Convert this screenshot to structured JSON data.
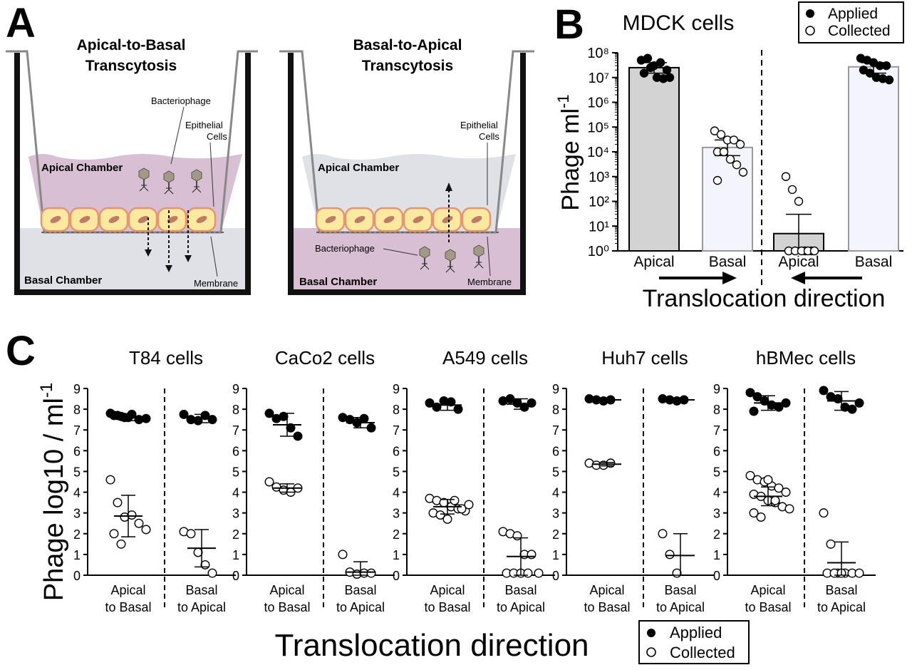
{
  "panel_labels": {
    "a": "A",
    "b": "B",
    "c": "C"
  },
  "diagram": {
    "left": {
      "title_line1": "Apical-to-Basal",
      "title_line2": "Transcytosis",
      "apical_chamber": "Apical Chamber",
      "basal_chamber": "Basal Chamber",
      "bacteriophage": "Bacteriophage",
      "epithelial_line1": "Epithelial",
      "epithelial_line2": "Cells",
      "membrane": "Membrane"
    },
    "right": {
      "title_line1": "Basal-to-Apical",
      "title_line2": "Transcytosis",
      "apical_chamber": "Apical Chamber",
      "basal_chamber": "Basal Chamber",
      "bacteriophage": "Bacteriophage",
      "epithelial_line1": "Epithelial",
      "epithelial_line2": "Cells",
      "membrane": "Membrane"
    }
  },
  "legend": {
    "applied": "Applied",
    "collected": "Collected"
  },
  "colors": {
    "applied": "#000000",
    "collected": "#ffffff",
    "bar_apical": "#d3d3d3",
    "bar_basal": "#f4f4ff",
    "apical_chamber": "#d9bfd3",
    "basal_chamber": "#dfe1e6",
    "cell_fill": "#fbe9a0",
    "cell_border": "#e6956f",
    "nucleus": "#c07b66"
  },
  "panel_b_titles": {
    "xlabel_arrow_left": "Apical",
    "xlabel_arrow_right": "Basal"
  },
  "chart_data": [
    {
      "type": "bar",
      "title": "MDCK cells",
      "ylabel": "Phage ml",
      "ylabel_superscript": "-1",
      "xlabel": "Translocation direction",
      "yscale": "log",
      "ylim": [
        1,
        100000000
      ],
      "ytick_labels": [
        "10⁰",
        "10¹",
        "10²",
        "10³",
        "10⁴",
        "10⁵",
        "10⁶",
        "10⁷",
        "10⁸"
      ],
      "categories": [
        "Apical",
        "Basal",
        "Apical",
        "Basal"
      ],
      "bars": [
        {
          "category": "Apical",
          "mean": 25000000,
          "err_low": 15000000,
          "err_high": 40000000,
          "kind": "applied"
        },
        {
          "category": "Basal",
          "mean": 15000,
          "err_low": 7000,
          "err_high": 30000,
          "kind": "collected"
        },
        {
          "category": "Apical",
          "mean": 5,
          "err_low": 1,
          "err_high": 30,
          "kind": "collected"
        },
        {
          "category": "Basal",
          "mean": 27000000,
          "err_low": 15000000,
          "err_high": 40000000,
          "kind": "applied"
        }
      ],
      "points": [
        [
          50000000,
          60000000,
          30000000,
          40000000,
          20000000,
          15000000,
          25000000,
          10000000,
          9000000,
          10000000
        ],
        [
          70000,
          50000,
          30000,
          30000,
          20000,
          10000,
          10000,
          5000,
          3000,
          1500,
          700
        ],
        [
          1000,
          300,
          100,
          1,
          1,
          1,
          1,
          1,
          1,
          1
        ],
        [
          60000000,
          50000000,
          40000000,
          30000000,
          30000000,
          20000000,
          15000000,
          10000000,
          9000000,
          8000000
        ]
      ]
    },
    {
      "type": "scatter",
      "title": "T84 cells",
      "ylabel": "Phage log10 / ml",
      "ylabel_superscript": "-1",
      "ylim": [
        0,
        9
      ],
      "categories": [
        "Apical to Basal",
        "Basal to Apical"
      ],
      "applied": {
        "means": [
          7.6,
          7.55
        ],
        "sd": [
          0.15,
          0.2
        ],
        "points": [
          [
            7.8,
            7.7,
            7.6,
            7.75,
            7.5,
            7.55,
            7.7,
            7.65,
            7.6
          ],
          [
            7.75,
            7.5,
            7.45,
            7.7,
            7.5
          ]
        ]
      },
      "collected": {
        "means": [
          2.85,
          1.3
        ],
        "sd": [
          1.0,
          0.9
        ],
        "points": [
          [
            4.6,
            3.5,
            2.8,
            2.9,
            2.5,
            2.2,
            2.0,
            1.5
          ],
          [
            2.1,
            2.0,
            1.1,
            0.5,
            0.1
          ]
        ]
      }
    },
    {
      "type": "scatter",
      "title": "CaCo2 cells",
      "ylim": [
        0,
        9
      ],
      "categories": [
        "Apical to Basal",
        "Basal to Apical"
      ],
      "applied": {
        "means": [
          7.25,
          7.35
        ],
        "sd": [
          0.55,
          0.25
        ],
        "points": [
          [
            7.8,
            7.55,
            7.65,
            7.1,
            6.7
          ],
          [
            7.6,
            7.5,
            7.35,
            7.55,
            7.1
          ]
        ]
      },
      "collected": {
        "means": [
          4.2,
          0.15
        ],
        "sd": [
          0.2,
          0.5
        ],
        "points": [
          [
            4.5,
            4.25,
            4.1,
            4.0,
            4.2
          ],
          [
            1.0,
            0.15,
            0.05,
            0.1,
            0.1
          ]
        ]
      }
    },
    {
      "type": "scatter",
      "title": "A549 cells",
      "ylim": [
        0,
        9
      ],
      "categories": [
        "Apical to Basal",
        "Basal to Apical"
      ],
      "applied": {
        "means": [
          8.2,
          8.25
        ],
        "sd": [
          0.25,
          0.25
        ],
        "points": [
          [
            8.3,
            8.1,
            8.4,
            8.35,
            8.0
          ],
          [
            8.4,
            8.5,
            8.3,
            8.1,
            8.3
          ]
        ]
      },
      "collected": {
        "means": [
          3.3,
          0.9
        ],
        "sd": [
          0.35,
          0.9
        ],
        "points": [
          [
            3.7,
            3.6,
            3.5,
            3.3,
            3.2,
            3.1,
            3.0,
            2.9,
            2.7,
            3.6,
            3.2,
            3.4
          ],
          [
            2.1,
            2.0,
            1.9,
            1.0,
            1.0,
            0.1,
            0.1,
            0.1,
            0.1,
            0.1
          ]
        ]
      }
    },
    {
      "type": "scatter",
      "title": "Huh7 cells",
      "ylim": [
        0,
        9
      ],
      "categories": [
        "Apical to Basal",
        "Basal to Apical"
      ],
      "applied": {
        "means": [
          8.45,
          8.45
        ],
        "sd": [
          0.1,
          0.1
        ],
        "points": [
          [
            8.5,
            8.45,
            8.4,
            8.45
          ],
          [
            8.5,
            8.45,
            8.4,
            8.45
          ]
        ]
      },
      "collected": {
        "means": [
          5.35,
          0.95
        ],
        "sd": [
          0.08,
          1.05
        ],
        "points": [
          [
            5.4,
            5.3,
            5.3,
            5.4
          ],
          [
            2.0,
            1.0,
            0.1
          ]
        ]
      }
    },
    {
      "type": "scatter",
      "title": "hBMec cells",
      "ylim": [
        0,
        9
      ],
      "categories": [
        "Apical to Basal",
        "Basal to Apical"
      ],
      "applied": {
        "means": [
          8.3,
          8.4
        ],
        "sd": [
          0.35,
          0.45
        ],
        "points": [
          [
            8.8,
            8.6,
            8.4,
            8.2,
            8.1,
            8.3,
            7.9
          ],
          [
            8.9,
            8.6,
            8.5,
            8.1,
            8.0,
            8.3
          ]
        ]
      },
      "collected": {
        "means": [
          3.8,
          0.6
        ],
        "sd": [
          0.45,
          1.0
        ],
        "points": [
          [
            4.8,
            4.6,
            4.5,
            4.3,
            4.2,
            4.0,
            3.9,
            3.8,
            3.6,
            3.5,
            3.3,
            3.2,
            3.0,
            2.8,
            4.6,
            3.6
          ],
          [
            3.0,
            1.5,
            0.1,
            0.1,
            0.1,
            0.1,
            0.1,
            0.1,
            0.1
          ]
        ]
      }
    }
  ],
  "panel_c_xlabel": "Translocation direction",
  "panel_c_category_lines": [
    [
      "Apical",
      "to Basal"
    ],
    [
      "Basal",
      "to Apical"
    ]
  ]
}
